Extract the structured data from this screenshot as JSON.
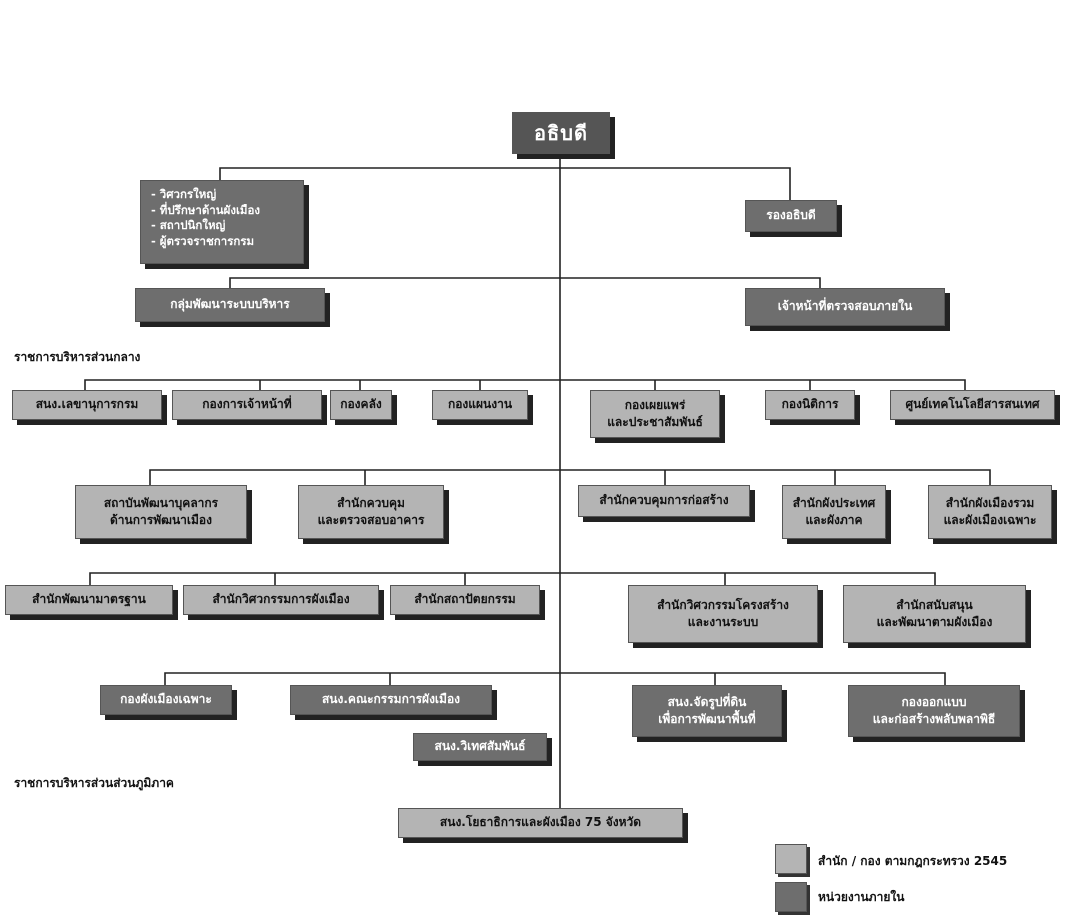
{
  "top": {
    "title": "อธิบดี"
  },
  "advisors": {
    "items": [
      "- วิศวกรใหญ่",
      "- ที่ปรึกษาด้านผังเมือง",
      "- สถาปนิกใหญ่",
      "- ผู้ตรวจราชการกรม"
    ]
  },
  "deputy": "รองอธิบดี",
  "admin_dev_group": "กลุ่มพัฒนาระบบบริหาร",
  "internal_audit": "เจ้าหน้าที่ตรวจสอบภายใน",
  "central_label": "ราชการบริหารส่วนกลาง",
  "row1": {
    "secretary": "สนง.เลขานุการกรม",
    "personnel": "กองการเจ้าหน้าที่",
    "finance": "กองคลัง",
    "planning": "กองแผนงาน",
    "pr": "กองเผยแพร่\nและประชาสัมพันธ์",
    "legal": "กองนิติการ",
    "it_center": "ศูนย์เทคโนโลยีสารสนเทศ"
  },
  "row2": {
    "institute": "สถาบันพัฒนาบุคลากร\nด้านการพัฒนาเมือง",
    "building_control": "สำนักควบคุม\nและตรวจสอบอาคาร",
    "construction_control": "สำนักควบคุมการก่อสร้าง",
    "national_plan": "สำนักผังประเทศ\nและผังภาค",
    "urban_plan": "สำนักผังเมืองรวม\nและผังเมืองเฉพาะ"
  },
  "row3": {
    "standards": "สำนักพัฒนามาตรฐาน",
    "urban_engineering": "สำนักวิศวกรรมการผังเมือง",
    "architecture": "สำนักสถาปัตยกรรม",
    "structural": "สำนักวิศวกรรมโครงสร้าง\nและงานระบบ",
    "support": "สำนักสนับสนุน\nและพัฒนาตามผังเมือง"
  },
  "row4": {
    "specific_plan": "กองผังเมืองเฉพาะ",
    "committee": "สนง.คณะกรรมการผังเมือง",
    "research": "สนง.วิเทศสัมพันธ์",
    "land_readjust": "สนง.จัดรูปที่ดิน\nเพื่อการพัฒนาพื้นที่",
    "design": "กองออกแบบ\nและก่อสร้างพลับพลาพิธี"
  },
  "regional_label": "ราชการบริหารส่วนส่วนภูมิภาค",
  "provincial": "สนง.โยธาธิการและผังเมือง 75 จังหวัด",
  "legend": {
    "light_label": "สำนัก / กอง ตามกฎกระทรวง 2545",
    "dark_label": "หน่วยงานภายใน",
    "light_color": "#b4b4b4",
    "dark_color": "#6e6e6e"
  }
}
